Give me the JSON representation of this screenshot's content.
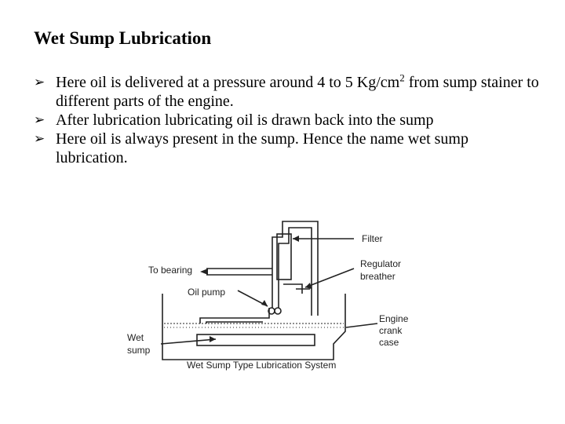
{
  "slide": {
    "title": "Wet Sump Lubrication",
    "bullets": [
      {
        "before": "Here oil is delivered at a pressure around 4 to 5 Kg/cm",
        "sup": "2",
        "after": " from sump stainer to different parts of the engine."
      },
      {
        "before": "After lubrication lubricating oil is drawn back into the sump",
        "sup": "",
        "after": ""
      },
      {
        "before": "Here oil is always present in the sump. Hence the name wet sump lubrication.",
        "sup": "",
        "after": ""
      }
    ],
    "bullet_icon": "arrow-bullet-icon"
  },
  "diagram": {
    "labels": {
      "filter": "Filter",
      "regulator_line1": "Regulator",
      "regulator_line2": "breather",
      "to_bearing": "To bearing",
      "oil_pump": "Oil pump",
      "engine_line1": "Engine",
      "engine_line2": "crank",
      "engine_line3": "case",
      "wet_line1": "Wet",
      "wet_line2": "sump",
      "caption": "Wet Sump Type Lubrication System"
    }
  }
}
